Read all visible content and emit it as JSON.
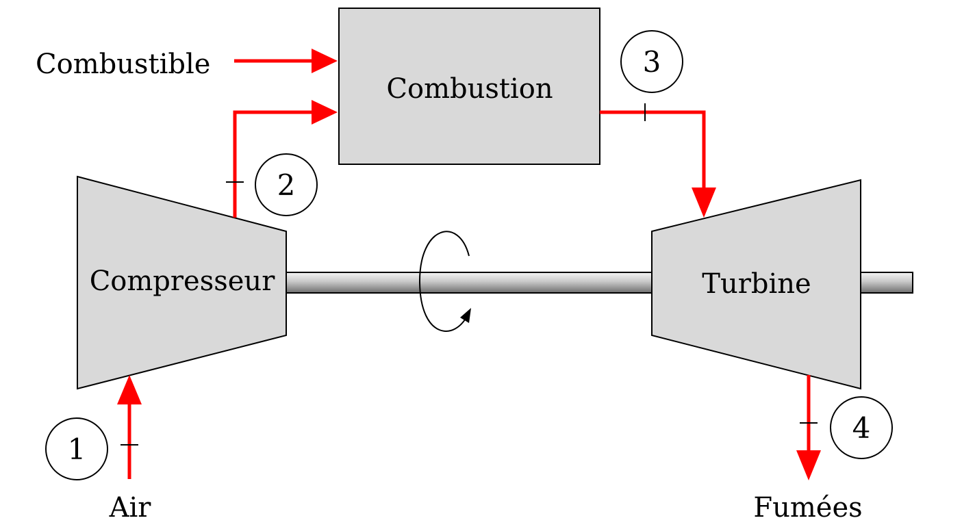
{
  "labels": {
    "combustible": "Combustible",
    "combustion": "Combustion",
    "compresseur": "Compresseur",
    "turbine": "Turbine",
    "air": "Air",
    "fumees": "Fumées"
  },
  "states": [
    "1",
    "2",
    "3",
    "4"
  ],
  "colors": {
    "flow": "#ff0000",
    "component_fill": "#d9d9d9",
    "outline": "#000000"
  }
}
